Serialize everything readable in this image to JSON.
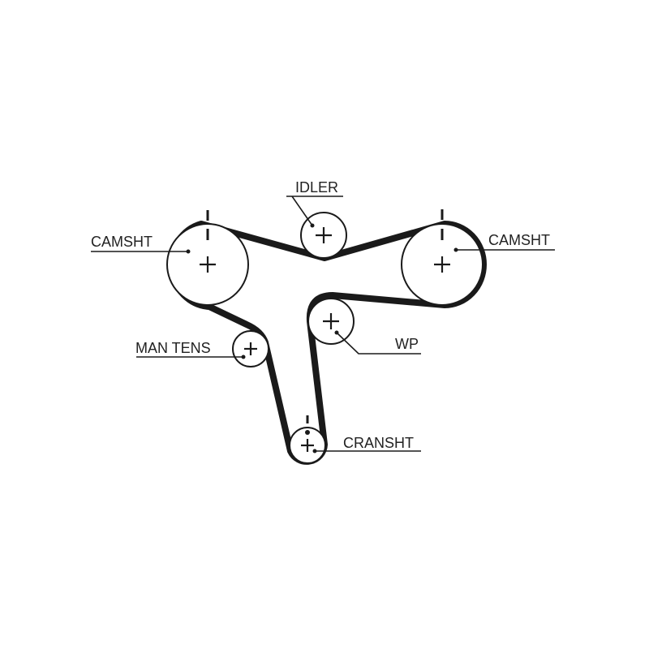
{
  "labels": {
    "camshaft_left": "CAMSHT",
    "camshaft_right": "CAMSHT",
    "idler": "IDLER",
    "man_tens": "MAN TENS",
    "water_pump": "WP",
    "crankshaft": "CRANSHT"
  },
  "colors": {
    "line": "#1a1a1a",
    "background": "#ffffff",
    "text": "#222222"
  }
}
